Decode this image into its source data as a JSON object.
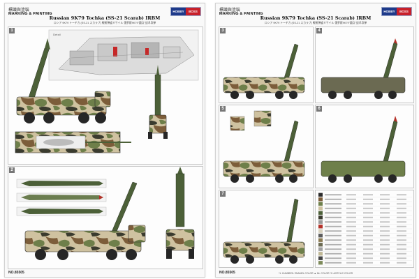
{
  "header": {
    "jp_label": "標識與塗裝",
    "en_label": "MARKING & PAINTING",
    "title": "Russian 9K79 Tochka (SS-21 Scarab) IRBM",
    "subtitle": "ロシア 9K79 トーチカ (SS-21 スカラブ) 戦術弾道ミサイル   俄罗斯9K79\"圆点\"战术导弹",
    "brand_top": "HOBBY",
    "brand_bottom": "BOSS"
  },
  "pages": {
    "left": {
      "panel_numbers": [
        "1",
        "2"
      ],
      "callout_label": "Detail",
      "footer_code": "NO.85505"
    },
    "right": {
      "panel_numbers": [
        "3",
        "4",
        "5",
        "6",
        "7"
      ],
      "footer_code": "NO.85505",
      "footer_note": "*1: HUMBROL ENAMEL COLOR   ▲ Mr. COLOR   *2: ACRYLIC COLOR"
    }
  },
  "colors": {
    "camo_light": "#cfc2a0",
    "camo_green": "#6e7f4a",
    "camo_brown": "#7c5d3a",
    "camo_dark": "#3a3b2e",
    "missile_green": "#4c6038",
    "nose_red": "#b43028",
    "tire": "#262626"
  },
  "icons": [
    "vehicle-drawing",
    "missile-drawing",
    "detail-cutaway",
    "color-chart"
  ]
}
